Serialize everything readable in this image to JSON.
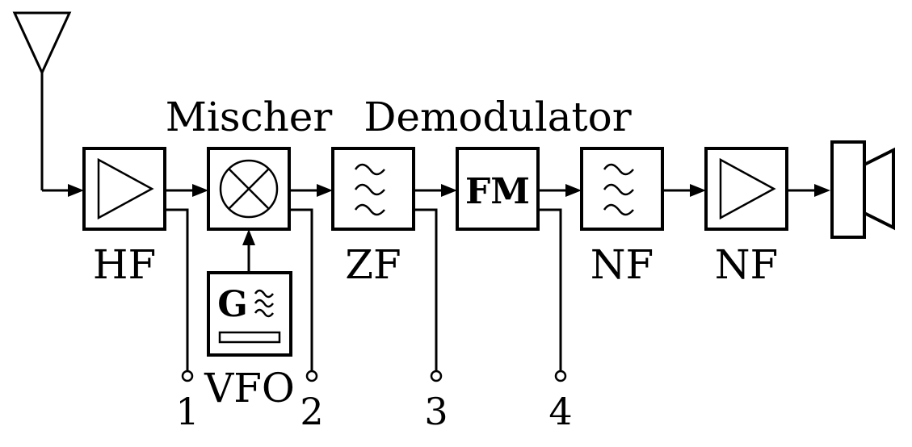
{
  "labels": {
    "mixer_heading": "Mischer",
    "demod_heading": "Demodulator",
    "hf_amp": "HF",
    "if_filter": "ZF",
    "af_filter": "NF",
    "af_amp": "NF",
    "vfo": "VFO",
    "fm": "FM",
    "generator": "G"
  },
  "test_points": [
    "1",
    "2",
    "3",
    "4"
  ]
}
